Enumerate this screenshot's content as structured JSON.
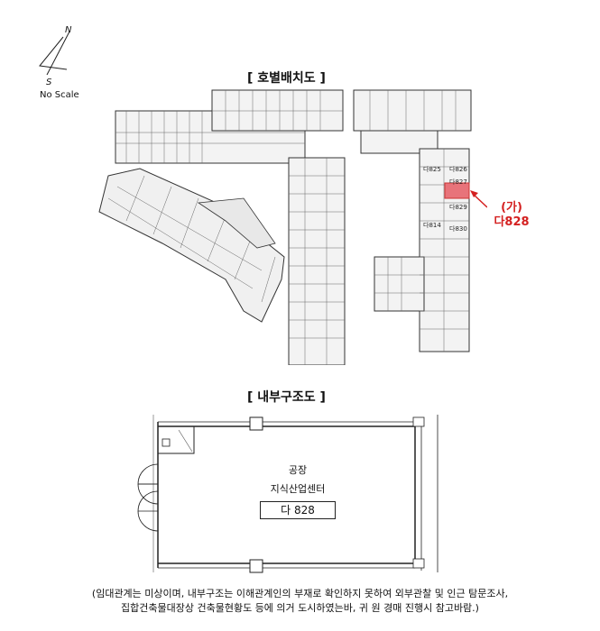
{
  "compass": {
    "north": "N",
    "south": "S",
    "scale_note": "No Scale"
  },
  "layout_plan": {
    "title": "[ 호별배치도 ]",
    "unit_labels": [
      "다826",
      "다827",
      "다829",
      "다830",
      "다825",
      "다814"
    ],
    "highlight": {
      "code": "(가)",
      "unit": "다828",
      "color": "#e8737a"
    }
  },
  "interior_plan": {
    "title": "[ 내부구조도 ]",
    "room_use_line1": "공장",
    "room_use_line2": "지식산업센터",
    "room_number": "다 828"
  },
  "caption": {
    "line1": "(임대관계는 미상이며,  내부구조는 이해관계인의 부재로 확인하지 못하여 외부관찰 및 인근 탐문조사,",
    "line2": "집합건축물대장상 건축물현황도 등에 의거 도시하였는바, 귀 원 경매 진행시 참고바람.)"
  }
}
